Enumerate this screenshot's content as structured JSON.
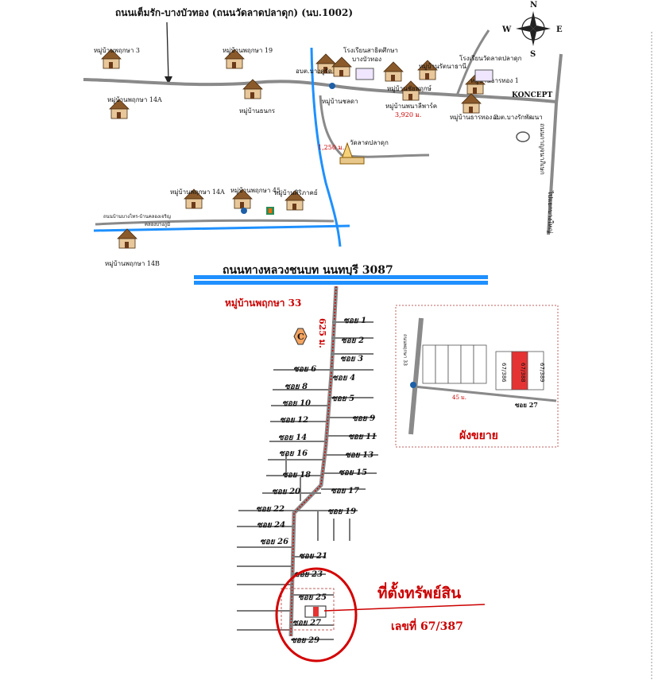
{
  "top_map": {
    "road_title": "ถนนเต็มรัก-บางบัวทอง (ถนนวัดลาดปลาดุก) (นบ.1002)",
    "compass": {
      "n": "N",
      "s": "S",
      "e": "E",
      "w": "W"
    },
    "villages": [
      "หมู่บ้านพฤกษา 3",
      "หมู่บ้านพฤกษา 14A",
      "หมู่บ้านพฤกษา 19",
      "หมู่บ้านธนกร",
      "หมู่บ้านชลดา",
      "หมู่บ้านชัยพฤกษ์",
      "หมู่บ้านรัตนาธานี",
      "หมู่บ้านพนาลีพาร์ค",
      "หมู่บ้านธารทอง 1",
      "หมู่บ้านธารทอง 2",
      "หมู่บ้านพฤกษา 14A",
      "หมู่บ้านพฤกษา 45",
      "หมู่บ้านสิริภาคย์",
      "หมู่บ้านพฤกษา 14B"
    ],
    "places": {
      "abt_bang_khu_rat": "อบต.บางคูรัด",
      "school_1": "โรงเรียนสาธิตศึกษา",
      "school_1b": "บางบัวทอง",
      "school_2": "โรงเรียนวัดลาดปลาดุก",
      "abt_bang_rak": "อบต.บางรักพัฒนา",
      "temple": "วัดลาดปลาดุก",
      "koncept": "KONCEPT",
      "canal_road": "ถนนบ้านบางไทร-บ้านคลองเจริญ",
      "canal_label": "คลองบางภูมิ",
      "kanchana_road": "ถนนกาญจนาภิเษก",
      "to_bang_yai": "ไปแยกบางใหญ่",
      "dist_1": "3,920 ม.",
      "dist_2": "1,250 ม."
    }
  },
  "bottom_map": {
    "main_road": "ถนนทางหลวงชนบท นนทบุรี 3087",
    "village_title": "หมู่บ้านพฤกษา 33",
    "distance": "625 ม.",
    "marker": "C",
    "sois": [
      {
        "id": "soi-1",
        "label": "ซอย 1"
      },
      {
        "id": "soi-2",
        "label": "ซอย 2"
      },
      {
        "id": "soi-3",
        "label": "ซอย 3"
      },
      {
        "id": "soi-4",
        "label": "ซอย 4"
      },
      {
        "id": "soi-5",
        "label": "ซอย 5"
      },
      {
        "id": "soi-6",
        "label": "ซอย 6"
      },
      {
        "id": "soi-8",
        "label": "ซอย 8"
      },
      {
        "id": "soi-9",
        "label": "ซอย 9"
      },
      {
        "id": "soi-10",
        "label": "ซอย 10"
      },
      {
        "id": "soi-11",
        "label": "ซอย 11"
      },
      {
        "id": "soi-12",
        "label": "ซอย 12"
      },
      {
        "id": "soi-13",
        "label": "ซอย 13"
      },
      {
        "id": "soi-14",
        "label": "ซอย 14"
      },
      {
        "id": "soi-15",
        "label": "ซอย 15"
      },
      {
        "id": "soi-16",
        "label": "ซอย 16"
      },
      {
        "id": "soi-17",
        "label": "ซอย 17"
      },
      {
        "id": "soi-18",
        "label": "ซอย 18"
      },
      {
        "id": "soi-19",
        "label": "ซอย 19"
      },
      {
        "id": "soi-20",
        "label": "ซอย 20"
      },
      {
        "id": "soi-21",
        "label": "ซอย 21"
      },
      {
        "id": "soi-22",
        "label": "ซอย 22"
      },
      {
        "id": "soi-23",
        "label": "ซอย 23"
      },
      {
        "id": "soi-24",
        "label": "ซอย 24"
      },
      {
        "id": "soi-25",
        "label": "ซอย 25"
      },
      {
        "id": "soi-26",
        "label": "ซอย 26"
      },
      {
        "id": "soi-27",
        "label": "ซอย 27"
      },
      {
        "id": "soi-29",
        "label": "ซอย 29"
      }
    ],
    "property_title": "ที่ตั้งทรัพย์สิน",
    "property_number": "เลขที่ 67/387"
  },
  "inset": {
    "title": "ผังขยาย",
    "road_label": "ถนนพฤกษา 33",
    "plot_a": "67/386",
    "plot_b": "67/388",
    "plot_c": "67/389",
    "distance": "45 ม.",
    "soi": "ซอย 27"
  },
  "colors": {
    "road": "#888888",
    "canal": "#1e90ff",
    "highlight": "#d40000",
    "property_fill": "#e53333"
  }
}
